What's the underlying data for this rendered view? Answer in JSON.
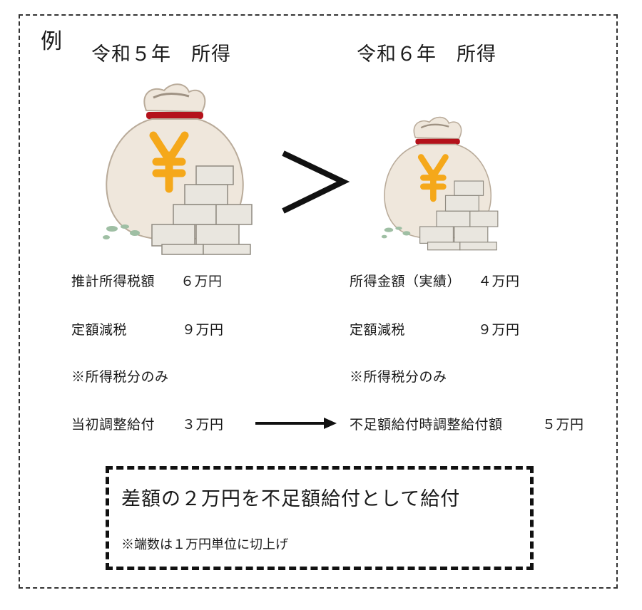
{
  "example_label": "例",
  "left": {
    "title": "令和５年　所得",
    "lines": [
      {
        "label": "推計所得税額",
        "value": "６万円"
      },
      {
        "label": "定額減税",
        "value": "９万円"
      },
      {
        "label": "※所得税分のみ",
        "value": ""
      },
      {
        "label": "当初調整給付",
        "value": "３万円"
      }
    ]
  },
  "right": {
    "title": "令和６年　所得",
    "lines": [
      {
        "label": "所得金額（実績）",
        "value": "４万円"
      },
      {
        "label": "定額減税",
        "value": "９万円"
      },
      {
        "label": "※所得税分のみ",
        "value": ""
      },
      {
        "label": "不足額給付時調整給付額",
        "value": "５万円"
      }
    ]
  },
  "comparison_symbol": ">",
  "summary": {
    "main": "差額の２万円を不足額給付として給付",
    "note": "※端数は１万円単位に切上げ"
  },
  "colors": {
    "bag": "#efe7dc",
    "bag_outline": "#b9ab9a",
    "tie": "#b4121b",
    "yen": "#f5a81a",
    "bills": "#e9e6df",
    "coins": "#9fbfa4"
  }
}
